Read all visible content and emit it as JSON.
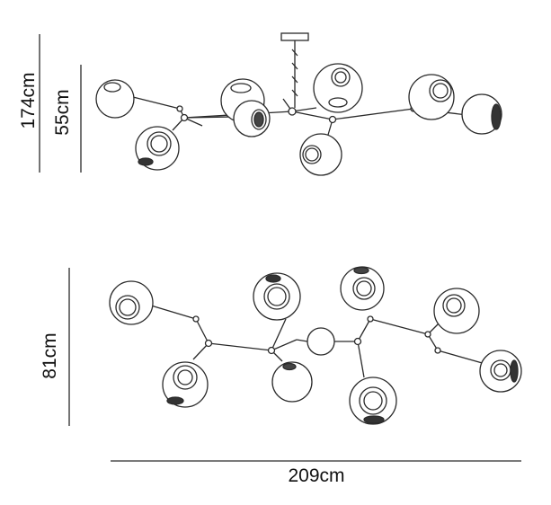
{
  "dimensions": {
    "overall_height": "174cm",
    "body_height": "55cm",
    "plan_depth": "81cm",
    "width": "209cm"
  },
  "colors": {
    "line": "#2a2a2a",
    "text": "#111111",
    "globe_fill": "#ffffff",
    "dark_rim": "#333333"
  }
}
